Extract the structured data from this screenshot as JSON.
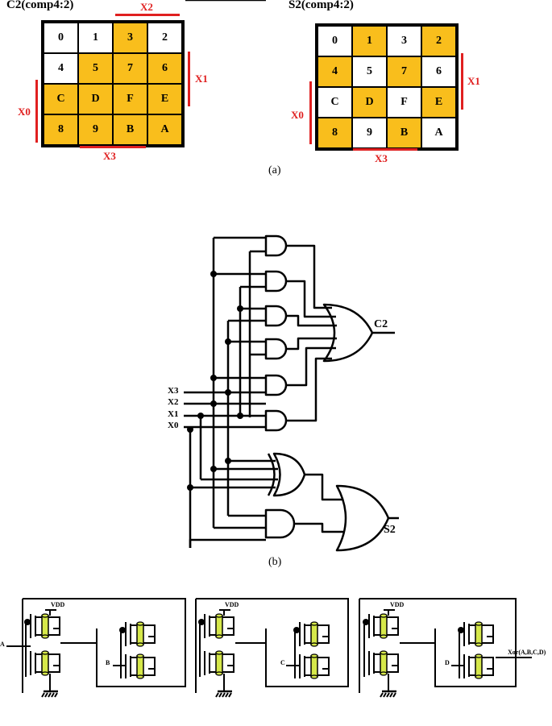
{
  "kmaps": [
    {
      "title": "C2(comp4:2)",
      "cells": [
        {
          "label": "0",
          "on": false
        },
        {
          "label": "1",
          "on": false
        },
        {
          "label": "3",
          "on": true
        },
        {
          "label": "2",
          "on": false
        },
        {
          "label": "4",
          "on": false
        },
        {
          "label": "5",
          "on": true
        },
        {
          "label": "7",
          "on": true
        },
        {
          "label": "6",
          "on": true
        },
        {
          "label": "C",
          "on": true
        },
        {
          "label": "D",
          "on": true
        },
        {
          "label": "F",
          "on": true
        },
        {
          "label": "E",
          "on": true
        },
        {
          "label": "8",
          "on": true
        },
        {
          "label": "9",
          "on": true
        },
        {
          "label": "B",
          "on": true
        },
        {
          "label": "A",
          "on": true
        }
      ],
      "vars": {
        "top": "X2",
        "right": "X1",
        "left": "X0",
        "bottom": "X3"
      }
    },
    {
      "title": "S2(comp4:2)",
      "cells": [
        {
          "label": "0",
          "on": false
        },
        {
          "label": "1",
          "on": true
        },
        {
          "label": "3",
          "on": false
        },
        {
          "label": "2",
          "on": true
        },
        {
          "label": "4",
          "on": true
        },
        {
          "label": "5",
          "on": false
        },
        {
          "label": "7",
          "on": true
        },
        {
          "label": "6",
          "on": false
        },
        {
          "label": "C",
          "on": false
        },
        {
          "label": "D",
          "on": true
        },
        {
          "label": "F",
          "on": false
        },
        {
          "label": "E",
          "on": true
        },
        {
          "label": "8",
          "on": true
        },
        {
          "label": "9",
          "on": false
        },
        {
          "label": "B",
          "on": true
        },
        {
          "label": "A",
          "on": false
        }
      ],
      "vars": {
        "right": "X1",
        "left": "X0",
        "bottom": "X3"
      }
    }
  ],
  "captions": {
    "a": "(a)",
    "b": "(b)"
  },
  "circuit": {
    "inputs": [
      "X3",
      "X2",
      "X1",
      "X0"
    ],
    "outputs": {
      "c2": "C2",
      "s2": "S2"
    }
  },
  "transistor_circuit": {
    "vdd": "VDD",
    "inputs": [
      "A",
      "B",
      "C",
      "D"
    ],
    "output": "Xor(A,B,C,D)"
  },
  "colors": {
    "highlight": "#f9be1c",
    "accent_red": "#e02020",
    "transistor_fill": "#d6e84a"
  }
}
